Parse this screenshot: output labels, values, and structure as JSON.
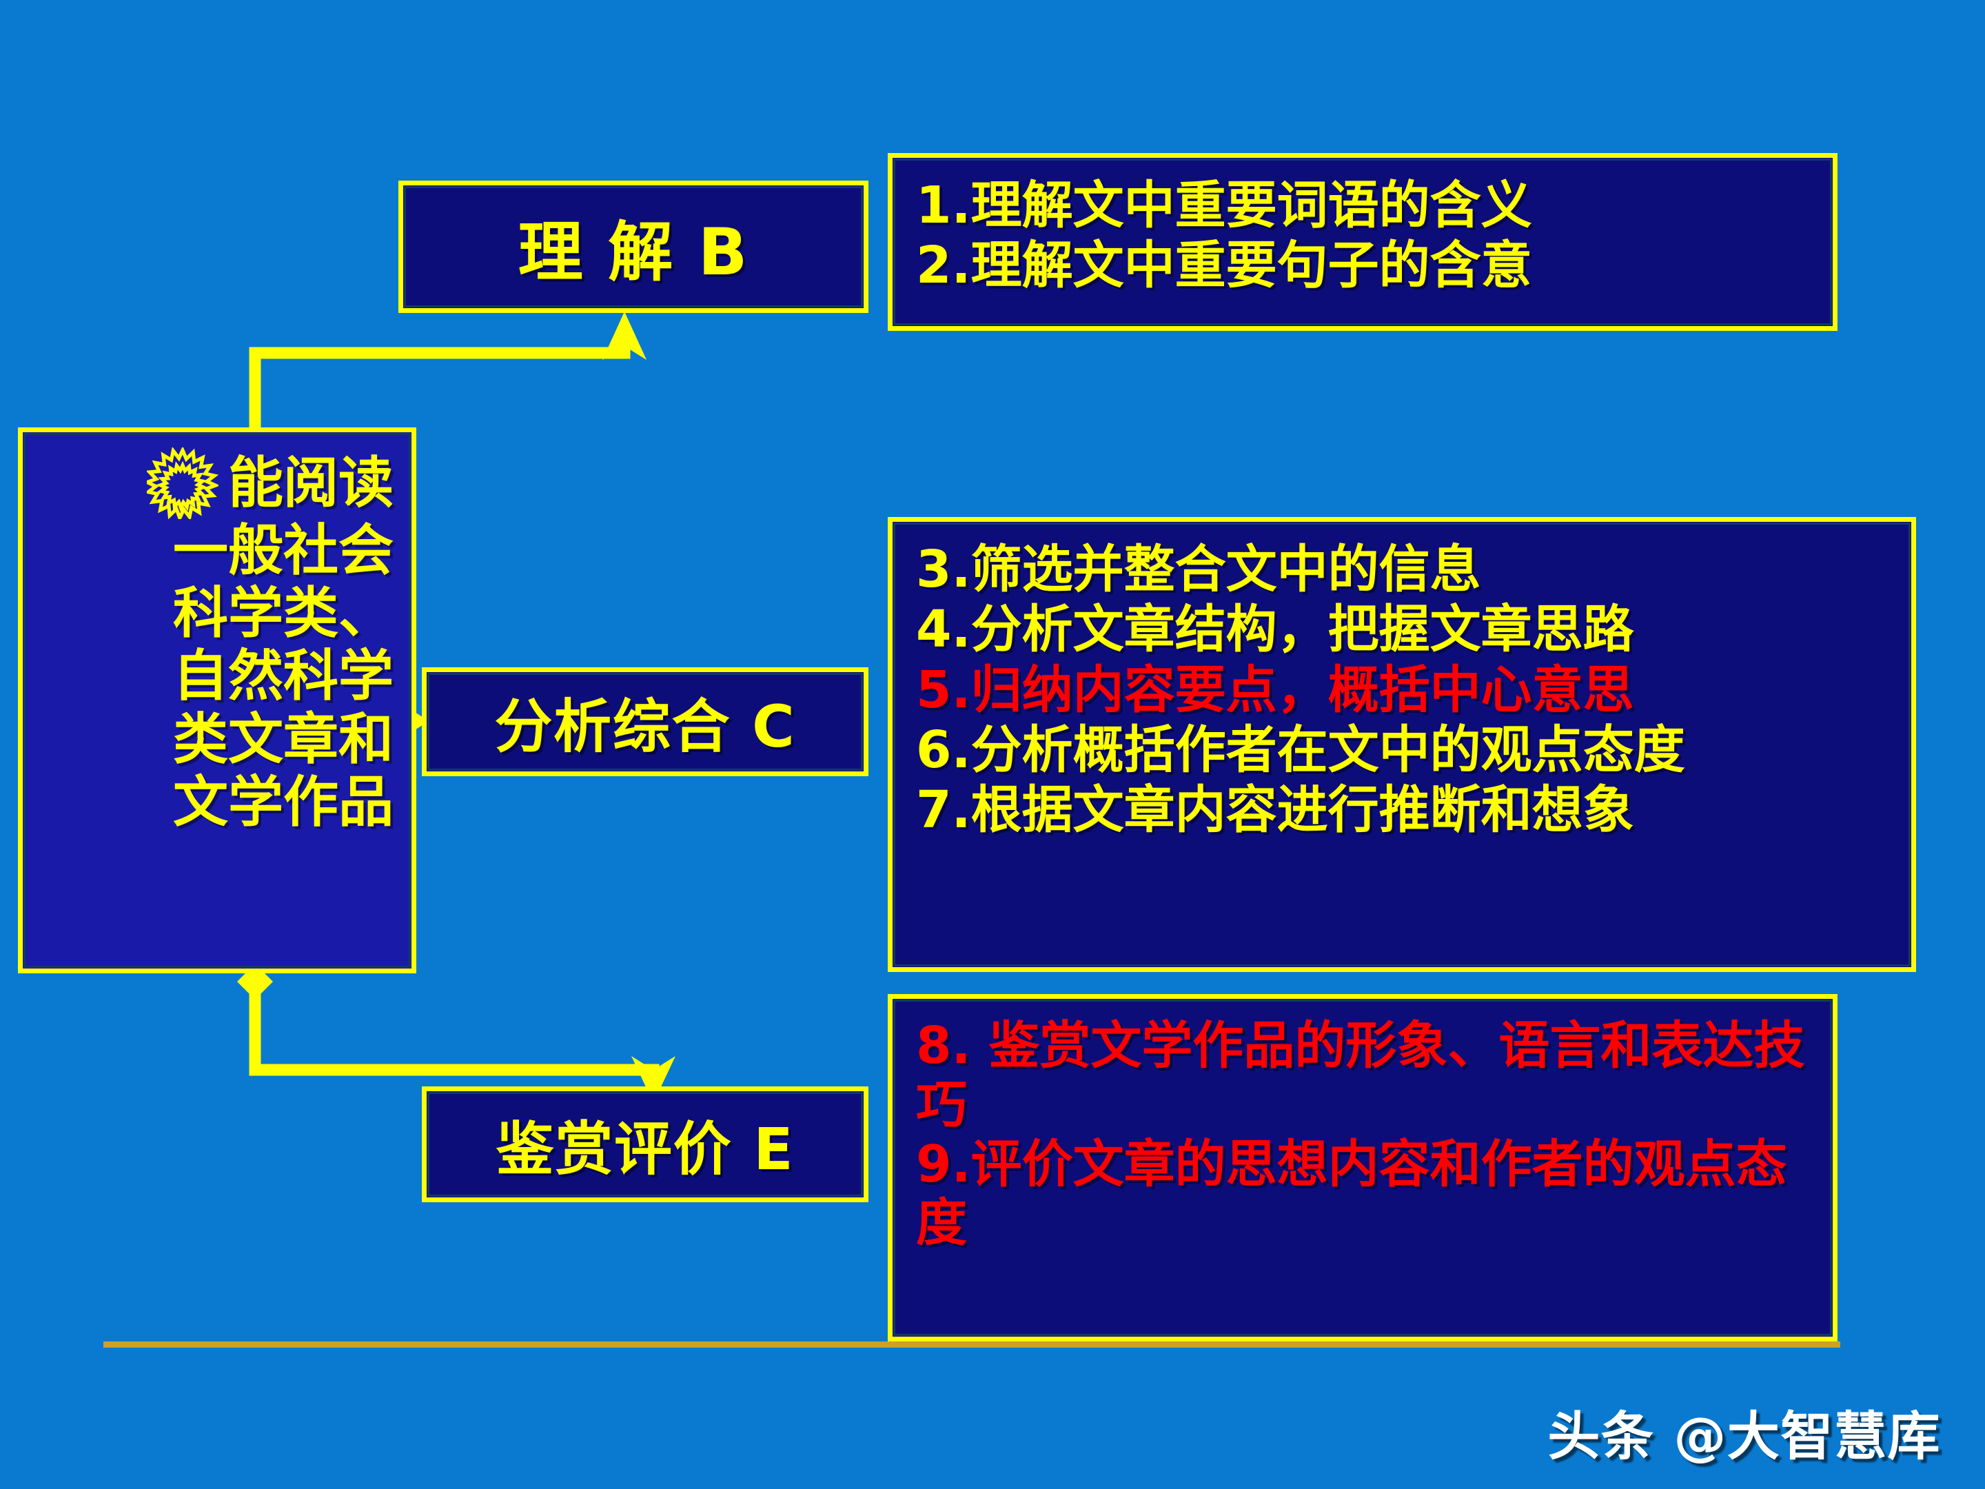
{
  "slide": {
    "background_color": "#0a7ad0",
    "box_fill_color": "#0d0d7a",
    "source_box_fill_color": "#1a1aa8",
    "border_color": "#ffff00",
    "text_color_primary": "#ffff00",
    "text_color_highlight": "#ff0000",
    "rule_color": "#c9a227"
  },
  "source_box": {
    "icon": "sunburst-icon",
    "lines": [
      "能阅读",
      "一般社会",
      "科学类、",
      "自然科学",
      "类文章和",
      "文学作品"
    ]
  },
  "levels": [
    {
      "id": "understand",
      "label": "理  解  B"
    },
    {
      "id": "analyze",
      "label": "分析综合 C"
    },
    {
      "id": "appreciate",
      "label": "鉴赏评价 E"
    }
  ],
  "detail_b": {
    "lines": [
      {
        "text": "1.理解文中重要词语的含义",
        "color": "yellow"
      },
      {
        "text": "2.理解文中重要句子的含意",
        "color": "yellow"
      }
    ]
  },
  "detail_c": {
    "lines": [
      {
        "text": "3.筛选并整合文中的信息",
        "color": "yellow"
      },
      {
        "text": "4.分析文章结构，把握文章思路",
        "color": "yellow"
      },
      {
        "text": "5.归纳内容要点，概括中心意思",
        "color": "red"
      },
      {
        "text": "6.分析概括作者在文中的观点态度",
        "color": "yellow"
      },
      {
        "text": "7.根据文章内容进行推断和想象",
        "color": "yellow"
      }
    ]
  },
  "detail_e": {
    "lines": [
      {
        "text": "8. 鉴赏文学作品的形象、语言和表达技巧",
        "color": "red"
      },
      {
        "text": "9.评价文章的思想内容和作者的观点态度",
        "color": "red"
      }
    ]
  },
  "watermark": {
    "text": "头条 @大智慧库"
  }
}
